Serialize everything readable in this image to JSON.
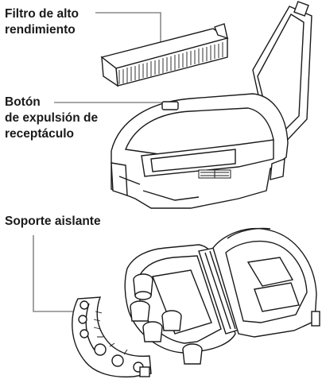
{
  "labels": {
    "filter": [
      "Filtro de alto",
      "rendimiento"
    ],
    "eject_button": [
      "Botón",
      "de expulsión de",
      "receptáculo"
    ],
    "insulating_support": [
      "Soporte aislante"
    ]
  },
  "colors": {
    "ink": "#1a1a1a",
    "leader": "#8a8a8a",
    "fill": "#ffffff",
    "light": "#e6e6e6"
  }
}
